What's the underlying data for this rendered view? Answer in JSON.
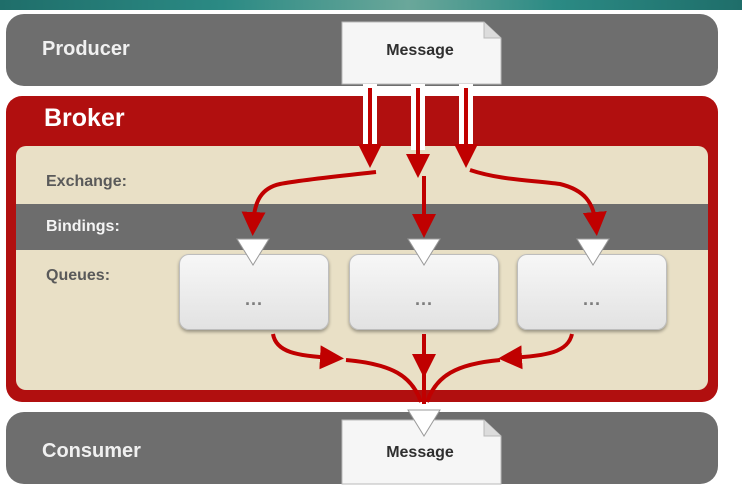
{
  "producer": {
    "label": "Producer",
    "message_label": "Message"
  },
  "broker": {
    "label": "Broker",
    "rows": {
      "exchange": "Exchange:",
      "bindings": "Bindings:",
      "queues": "Queues:"
    },
    "queues": [
      {
        "content": "..."
      },
      {
        "content": "..."
      },
      {
        "content": "..."
      }
    ]
  },
  "consumer": {
    "label": "Consumer",
    "message_label": "Message"
  },
  "colors": {
    "broker_red": "#b10f0f",
    "arrow_red": "#c00000",
    "band_gray": "#6e6e6e",
    "inner_beige": "#e9e0c6"
  }
}
